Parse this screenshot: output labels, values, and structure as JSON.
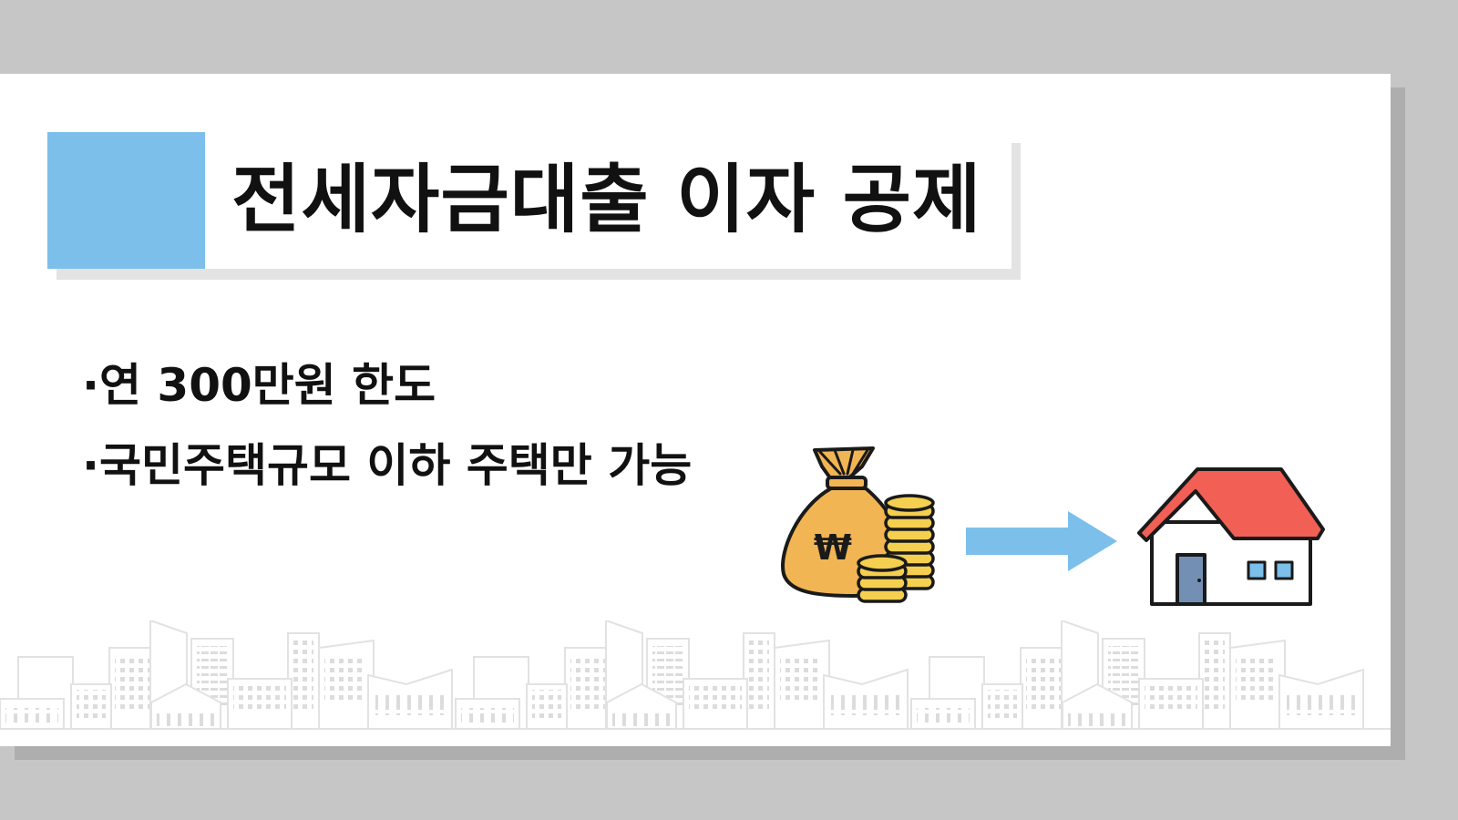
{
  "slide": {
    "title": "전세자금대출 이자 공제",
    "accent_color": "#7bbfea",
    "bullets": [
      "·연 300만원 한도",
      "·국민주택규모 이하 주택만 가능"
    ]
  },
  "illustration": {
    "bag_symbol": "₩",
    "icons": [
      "money-bag-icon",
      "coin-stack-icon",
      "right-arrow-icon",
      "house-icon",
      "city-skyline-icon"
    ]
  }
}
